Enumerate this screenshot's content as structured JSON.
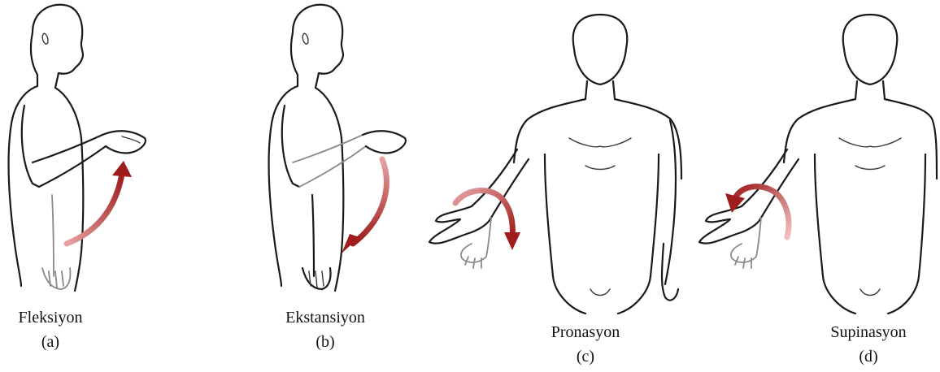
{
  "panels": [
    {
      "name": "Fleksiyon",
      "letter": "(a)",
      "movement": "flexion",
      "arrow_icon": "curved-arrow-up-icon"
    },
    {
      "name": "Ekstansiyon",
      "letter": "(b)",
      "movement": "extension",
      "arrow_icon": "curved-arrow-down-icon"
    },
    {
      "name": "Pronasyon",
      "letter": "(c)",
      "movement": "pronation",
      "arrow_icon": "rotation-arrow-down-icon"
    },
    {
      "name": "Supinasyon",
      "letter": "(d)",
      "movement": "supination",
      "arrow_icon": "rotation-arrow-left-icon"
    }
  ],
  "colors": {
    "arrow": "#9e1c1c",
    "arrow_fade": "#e6a3a3",
    "line": "#1a1a1a",
    "background": "#ffffff"
  }
}
